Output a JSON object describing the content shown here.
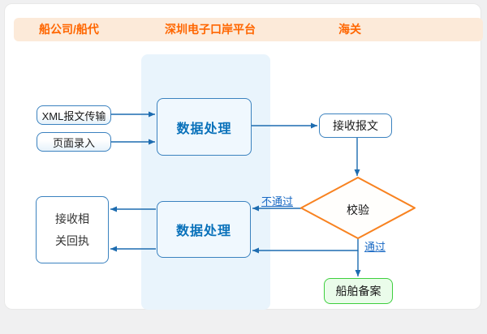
{
  "header": {
    "columns": [
      {
        "label": "船公司/船代"
      },
      {
        "label": "深圳电子口岸平台"
      },
      {
        "label": "海关"
      }
    ]
  },
  "flow": {
    "nodes": {
      "xml_transfer": "XML报文传输",
      "page_entry": "页面录入",
      "data_process_top": "数据处理",
      "receive_message": "接收报文",
      "validation": "校验",
      "data_process_bottom": "数据处理",
      "receive_receipt_lines": [
        "接收相",
        "关回执"
      ],
      "ship_filing": "船舶备案"
    },
    "edge_labels": {
      "fail": "不通过",
      "pass": "通过"
    }
  },
  "colors": {
    "header_bg": "#fcead9",
    "header_text": "#ff6600",
    "lane_bg": "#e9f4fc",
    "connector_blue": "#1d6cb0",
    "node_border_blue": "#3b82bf",
    "process_text_blue": "#0971ba",
    "diamond_orange": "#f88220",
    "filing_green_border": "#3ecf3e",
    "filing_green_bg": "#eafcea",
    "edge_label_blue": "#1969c4"
  }
}
